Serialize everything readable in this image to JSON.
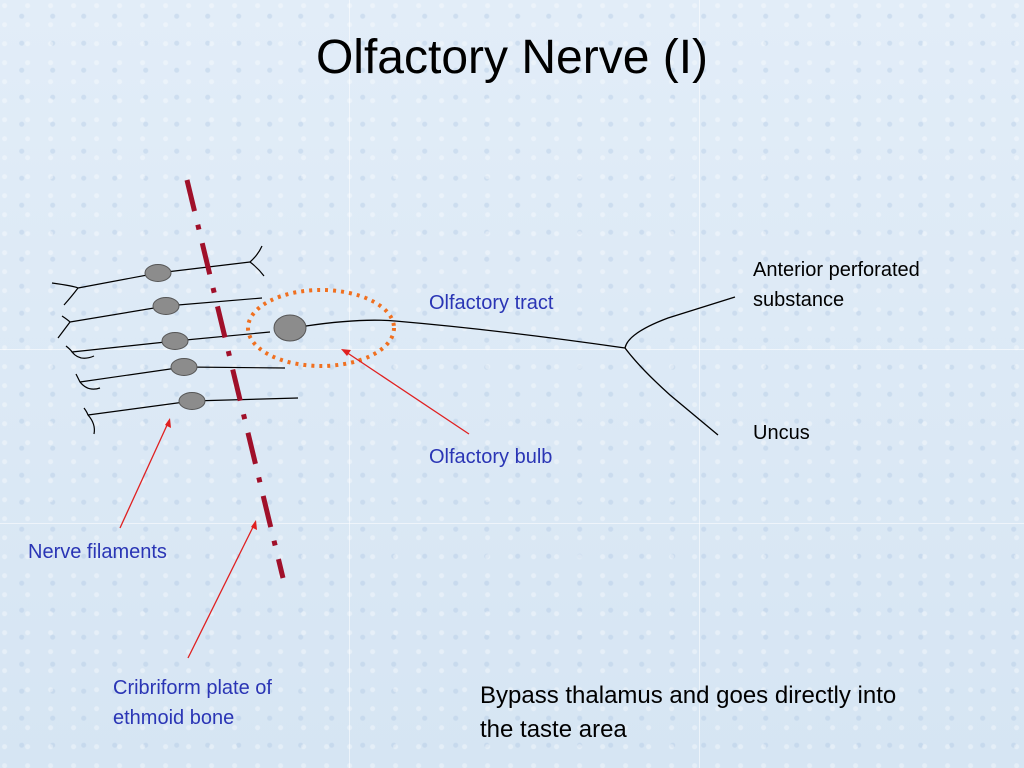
{
  "slide": {
    "title": "Olfactory Nerve (I)"
  },
  "labels": {
    "olfactory_tract": "Olfactory tract",
    "olfactory_bulb": "Olfactory bulb",
    "anterior_perforated_line1": "Anterior perforated",
    "anterior_perforated_line2": "substance",
    "uncus": "Uncus",
    "nerve_filaments": "Nerve filaments",
    "cribriform_line1": "Cribriform plate of",
    "cribriform_line2": "ethmoid bone"
  },
  "note": {
    "line1": "Bypass thalamus and goes directly into",
    "line2": "the taste area"
  },
  "colors": {
    "label_blue": "#2a35b5",
    "pointer_red": "#e02020",
    "plate_line": "#a0102a",
    "bulb_outline": "#f07020",
    "cell_fill": "#8c8c8c"
  }
}
